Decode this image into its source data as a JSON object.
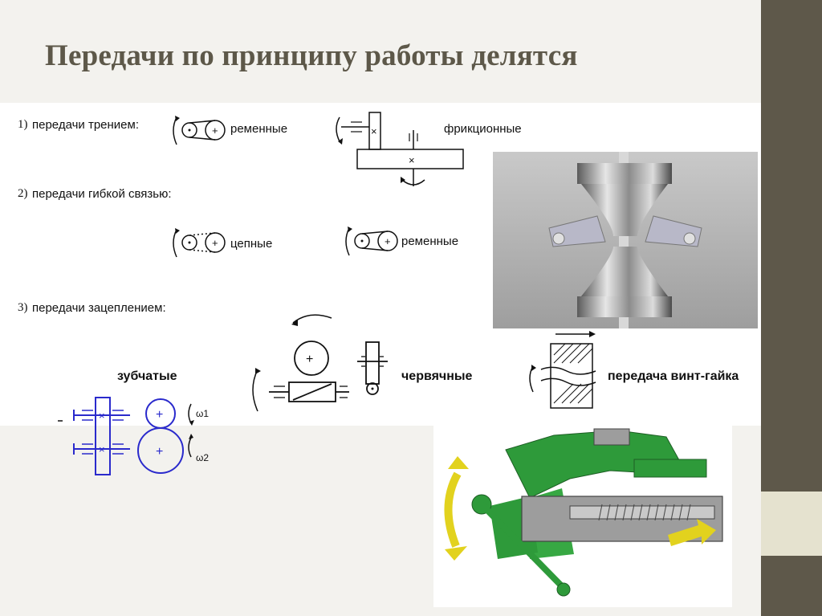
{
  "title": "Передачи по принципу работы делятся",
  "groups": [
    {
      "number": "1)",
      "label": "передачи трением:"
    },
    {
      "number": "2)",
      "label": "передачи гибкой связью:"
    },
    {
      "number": "3)",
      "label": "передачи зацеплением:"
    }
  ],
  "items": {
    "belt_friction": "ременные",
    "friction": "фрикционные",
    "chain": "цепные",
    "belt_flexible": "ременные",
    "gear": "зубчатые",
    "worm": "червячные",
    "screw_nut": "передача винт-гайка"
  },
  "omega1": "ω1",
  "omega2": "ω2",
  "colors": {
    "title": "#5d5849",
    "sidebar": "#5e584a",
    "accent_blue": "#2a2acc",
    "vise_green": "#2e9a3a"
  }
}
